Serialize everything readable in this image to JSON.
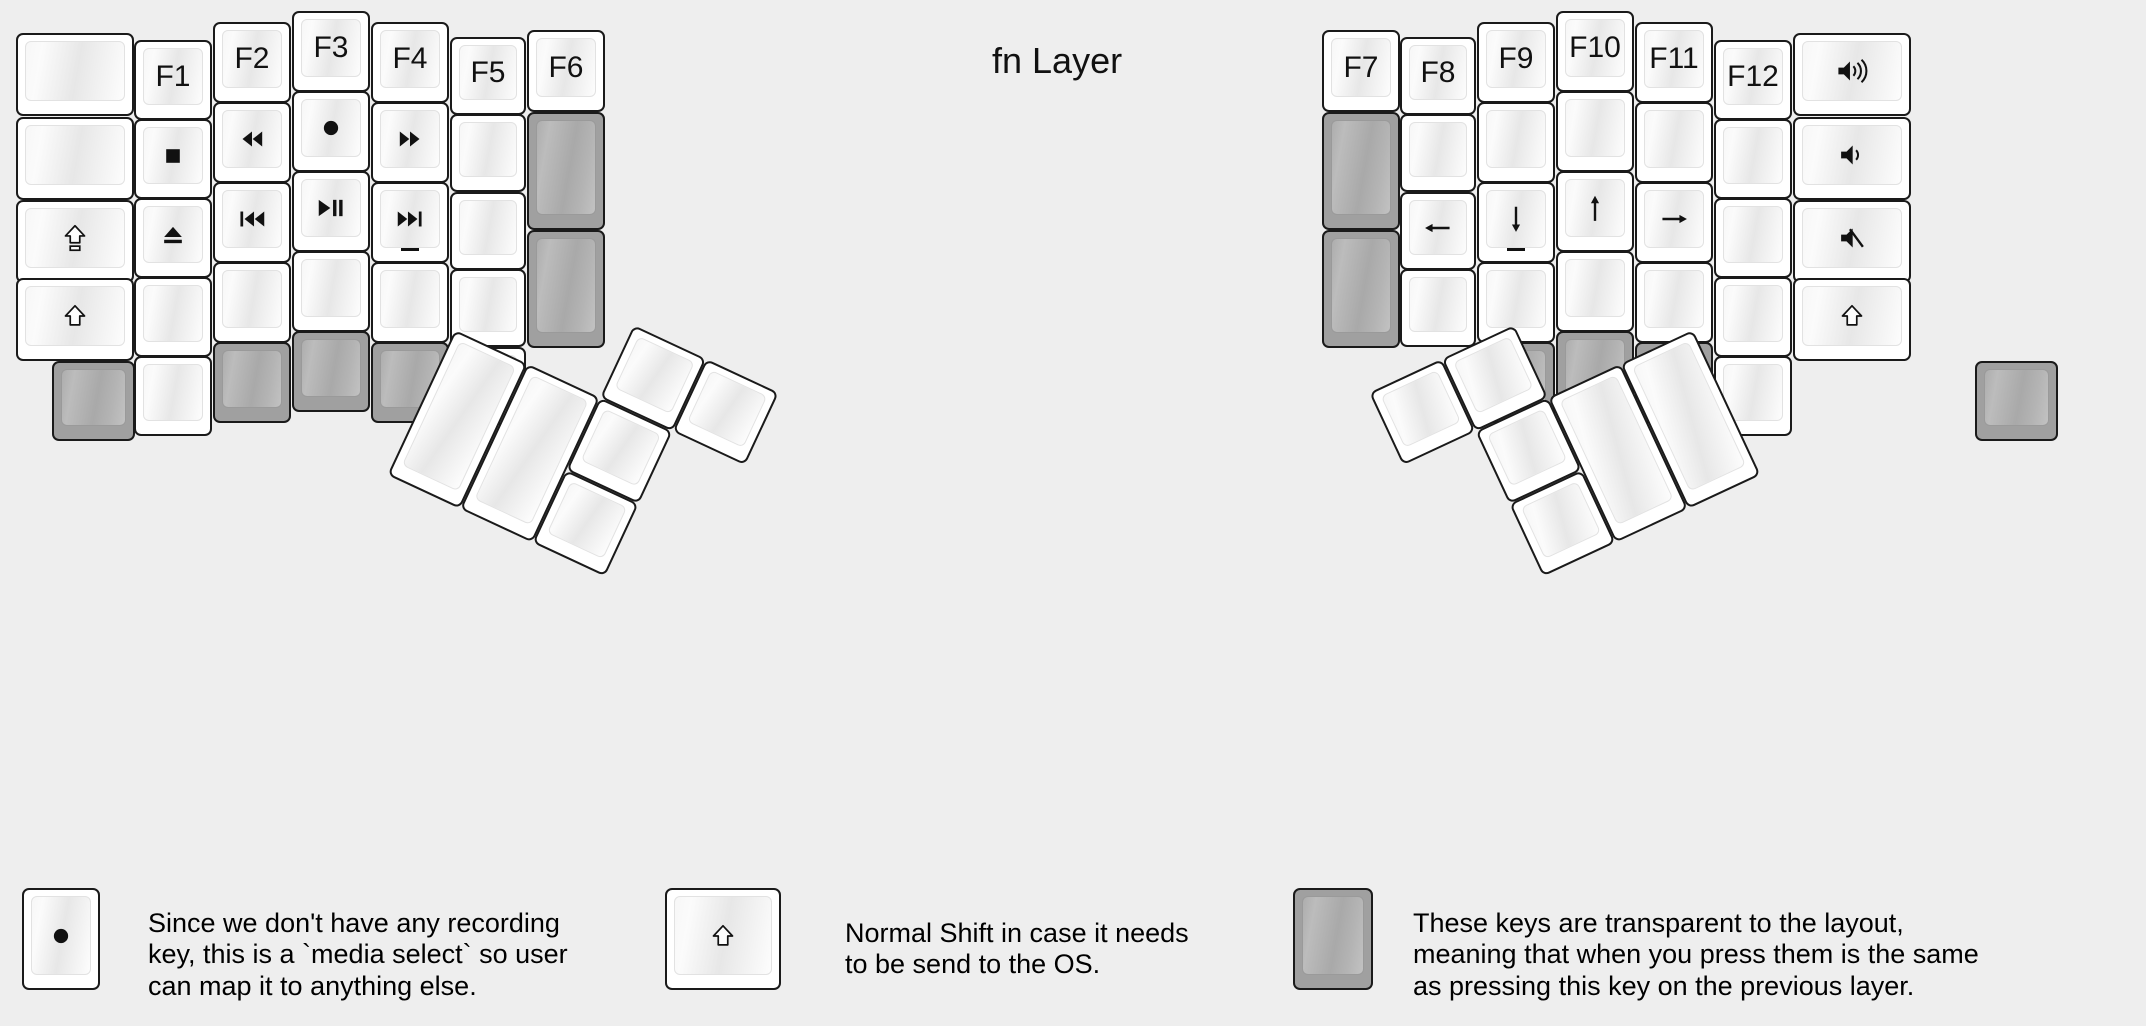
{
  "meta": {
    "title": "fn Layer",
    "background_color": "#eeeeee",
    "key_face_color": "#ffffff",
    "transparent_key_color": "#a0a0a0",
    "key_border_color": "#1a1a1a"
  },
  "title": {
    "text": "fn Layer"
  },
  "left_half": {
    "columns": [
      {
        "name": "col-pinky-outer",
        "keys": [
          {
            "label": "",
            "icon": "",
            "type": "normal",
            "w": 1.5
          },
          {
            "label": "",
            "icon": "",
            "type": "normal",
            "w": 1.5
          },
          {
            "label": "",
            "icon": "caps-lock-icon",
            "type": "normal",
            "w": 1.5
          },
          {
            "label": "",
            "icon": "shift-icon",
            "type": "normal",
            "w": 1.5
          },
          {
            "label": "",
            "icon": "",
            "type": "transparent",
            "w": 1.0
          }
        ]
      },
      {
        "name": "col-pinky",
        "keys": [
          {
            "label": "F1",
            "icon": "",
            "type": "normal"
          },
          {
            "label": "",
            "icon": "media-stop-icon",
            "type": "normal"
          },
          {
            "label": "",
            "icon": "media-eject-icon",
            "type": "normal"
          },
          {
            "label": "",
            "icon": "",
            "type": "normal"
          },
          {
            "label": "",
            "icon": "",
            "type": "normal"
          }
        ]
      },
      {
        "name": "col-ring",
        "keys": [
          {
            "label": "F2",
            "icon": "",
            "type": "normal"
          },
          {
            "label": "",
            "icon": "media-rewind-icon",
            "type": "normal"
          },
          {
            "label": "",
            "icon": "media-previous-icon",
            "type": "normal"
          },
          {
            "label": "",
            "icon": "",
            "type": "normal"
          },
          {
            "label": "",
            "icon": "",
            "type": "transparent"
          }
        ]
      },
      {
        "name": "col-middle",
        "keys": [
          {
            "label": "F3",
            "icon": "",
            "type": "normal"
          },
          {
            "label": "",
            "icon": "media-record-icon",
            "type": "normal"
          },
          {
            "label": "",
            "icon": "media-play-pause-icon",
            "type": "normal"
          },
          {
            "label": "",
            "icon": "",
            "type": "normal"
          },
          {
            "label": "",
            "icon": "",
            "type": "transparent"
          }
        ]
      },
      {
        "name": "col-index",
        "keys": [
          {
            "label": "F4",
            "icon": "",
            "type": "normal"
          },
          {
            "label": "",
            "icon": "media-fast-forward-icon",
            "type": "normal"
          },
          {
            "label": "",
            "icon": "media-next-icon",
            "type": "normal",
            "underline": true
          },
          {
            "label": "",
            "icon": "",
            "type": "normal"
          },
          {
            "label": "",
            "icon": "",
            "type": "transparent"
          }
        ]
      },
      {
        "name": "col-index-inner",
        "keys": [
          {
            "label": "F5",
            "icon": "",
            "type": "normal"
          },
          {
            "label": "",
            "icon": "",
            "type": "normal"
          },
          {
            "label": "",
            "icon": "",
            "type": "normal"
          },
          {
            "label": "",
            "icon": "",
            "type": "normal"
          },
          {
            "label": "",
            "icon": "",
            "type": "normal"
          }
        ]
      },
      {
        "name": "col-inner-extra",
        "keys": [
          {
            "label": "F6",
            "icon": "",
            "type": "normal"
          },
          {
            "label": "",
            "icon": "",
            "type": "transparent",
            "h": 1.5
          },
          {
            "label": "",
            "icon": "",
            "type": "transparent",
            "h": 1.5
          }
        ]
      }
    ],
    "thumb_cluster": {
      "name": "left-thumb-cluster",
      "rotation_deg": 25,
      "keys": [
        {
          "label": "",
          "icon": "",
          "type": "normal",
          "size": "1u"
        },
        {
          "label": "",
          "icon": "",
          "type": "normal",
          "size": "1u"
        },
        {
          "label": "",
          "icon": "",
          "type": "normal",
          "size": "1u"
        },
        {
          "label": "",
          "icon": "",
          "type": "normal",
          "size": "2u-tall"
        },
        {
          "label": "",
          "icon": "",
          "type": "normal",
          "size": "2u-tall"
        },
        {
          "label": "",
          "icon": "",
          "type": "normal",
          "size": "1u"
        }
      ]
    }
  },
  "right_half": {
    "columns": [
      {
        "name": "col-inner-extra",
        "keys": [
          {
            "label": "F7",
            "icon": "",
            "type": "normal"
          },
          {
            "label": "",
            "icon": "",
            "type": "transparent",
            "h": 1.5
          },
          {
            "label": "",
            "icon": "",
            "type": "transparent",
            "h": 1.5
          }
        ]
      },
      {
        "name": "col-index-inner",
        "keys": [
          {
            "label": "F8",
            "icon": "",
            "type": "normal"
          },
          {
            "label": "",
            "icon": "",
            "type": "normal"
          },
          {
            "label": "",
            "icon": "arrow-left-icon",
            "type": "normal"
          },
          {
            "label": "",
            "icon": "",
            "type": "normal"
          }
        ]
      },
      {
        "name": "col-index",
        "keys": [
          {
            "label": "F9",
            "icon": "",
            "type": "normal"
          },
          {
            "label": "",
            "icon": "",
            "type": "normal"
          },
          {
            "label": "",
            "icon": "arrow-down-icon",
            "type": "normal",
            "underline": true
          },
          {
            "label": "",
            "icon": "",
            "type": "normal"
          },
          {
            "label": "",
            "icon": "",
            "type": "transparent"
          }
        ]
      },
      {
        "name": "col-middle",
        "keys": [
          {
            "label": "F10",
            "icon": "",
            "type": "normal"
          },
          {
            "label": "",
            "icon": "",
            "type": "normal"
          },
          {
            "label": "",
            "icon": "arrow-up-icon",
            "type": "normal"
          },
          {
            "label": "",
            "icon": "",
            "type": "normal"
          },
          {
            "label": "",
            "icon": "",
            "type": "transparent"
          }
        ]
      },
      {
        "name": "col-ring",
        "keys": [
          {
            "label": "F11",
            "icon": "",
            "type": "normal"
          },
          {
            "label": "",
            "icon": "",
            "type": "normal"
          },
          {
            "label": "",
            "icon": "arrow-right-icon",
            "type": "normal"
          },
          {
            "label": "",
            "icon": "",
            "type": "normal"
          },
          {
            "label": "",
            "icon": "",
            "type": "transparent"
          }
        ]
      },
      {
        "name": "col-pinky",
        "keys": [
          {
            "label": "F12",
            "icon": "",
            "type": "normal"
          },
          {
            "label": "",
            "icon": "",
            "type": "normal"
          },
          {
            "label": "",
            "icon": "",
            "type": "normal"
          },
          {
            "label": "",
            "icon": "",
            "type": "normal"
          },
          {
            "label": "",
            "icon": "",
            "type": "normal"
          }
        ]
      },
      {
        "name": "col-pinky-outer",
        "keys": [
          {
            "label": "",
            "icon": "volume-up-icon",
            "type": "normal",
            "w": 1.5
          },
          {
            "label": "",
            "icon": "volume-down-icon",
            "type": "normal",
            "w": 1.5
          },
          {
            "label": "",
            "icon": "volume-mute-icon",
            "type": "normal",
            "w": 1.5
          },
          {
            "label": "",
            "icon": "shift-icon",
            "type": "normal",
            "w": 1.5
          },
          {
            "label": "",
            "icon": "",
            "type": "transparent",
            "w": 1.0
          }
        ]
      }
    ],
    "thumb_cluster": {
      "name": "right-thumb-cluster",
      "rotation_deg": -25,
      "keys": [
        {
          "label": "",
          "icon": "",
          "type": "normal",
          "size": "1u"
        },
        {
          "label": "",
          "icon": "",
          "type": "normal",
          "size": "1u"
        },
        {
          "label": "",
          "icon": "",
          "type": "normal",
          "size": "1u"
        },
        {
          "label": "",
          "icon": "",
          "type": "normal",
          "size": "2u-tall"
        },
        {
          "label": "",
          "icon": "",
          "type": "normal",
          "size": "2u-tall"
        },
        {
          "label": "",
          "icon": "",
          "type": "normal",
          "size": "1u"
        }
      ]
    }
  },
  "legend": [
    {
      "key_icon": "media-record-icon",
      "key_type": "normal",
      "text": "Since we don't have any recording\nkey, this is a `media select` so user\ncan map it to anything else."
    },
    {
      "key_icon": "shift-icon",
      "key_type": "normal",
      "text": "Normal Shift in case it needs\nto be send to the OS."
    },
    {
      "key_icon": "",
      "key_type": "transparent",
      "text": "These keys are transparent to the layout,\nmeaning that when you press them is the same\nas pressing this key on the previous layer."
    }
  ]
}
